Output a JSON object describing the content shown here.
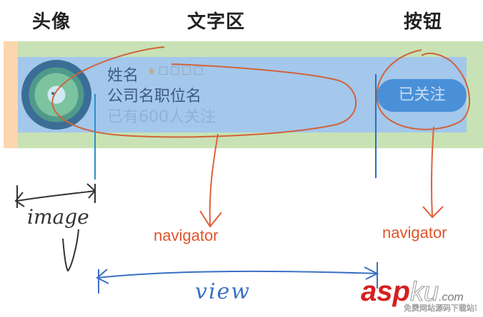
{
  "headers": {
    "avatar": "头像",
    "text_area": "文字区",
    "button": "按钮"
  },
  "card": {
    "name": "姓名",
    "rating_stars": "★☆☆☆☆",
    "company_title": "公司名职位名",
    "followers": "已有600人关注",
    "follow_button": "已关注"
  },
  "annotations": {
    "image_label": "image",
    "view_label": "view",
    "navigator_text": "navigator",
    "navigator_button": "navigator"
  },
  "watermark": {
    "brand_asp": "asp",
    "brand_ku": "ku",
    "brand_tld": ".com",
    "tagline": "免费网站源码下载站!"
  },
  "colors": {
    "outer_band": "#c8e2b5",
    "left_strip": "#fcd6ae",
    "inner_band": "#a4c7ec",
    "button_bg": "#4a90d9",
    "annotation_red": "#e0552d",
    "annotation_blue": "#3a6fc4"
  }
}
